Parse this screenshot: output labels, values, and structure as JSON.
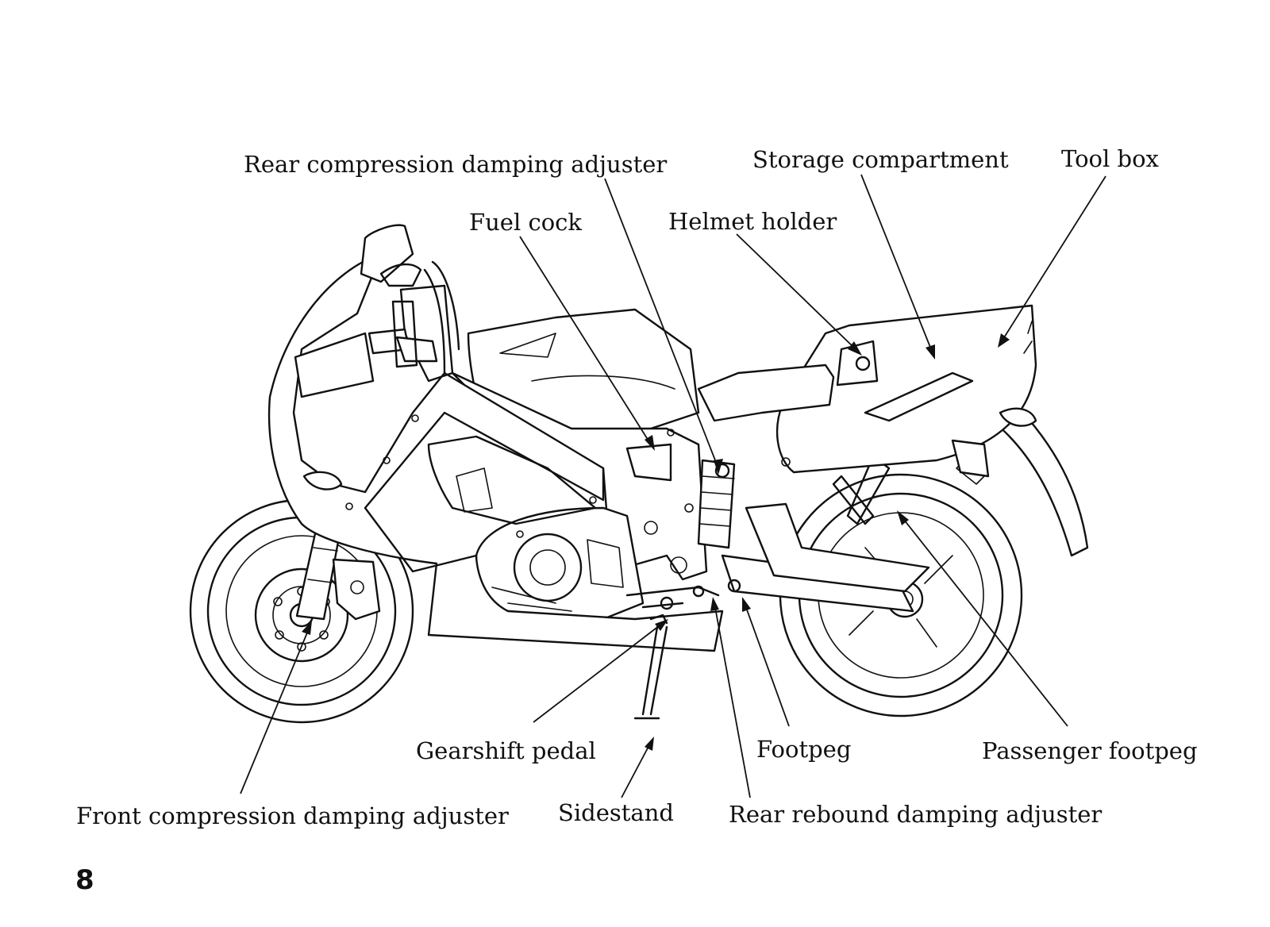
{
  "labels": {
    "rear_compression": "Rear compression damping adjuster",
    "storage": "Storage compartment",
    "toolbox": "Tool box",
    "fuel_cock": "Fuel cock",
    "helmet_holder": "Helmet holder",
    "gearshift": "Gearshift pedal",
    "footpeg": "Footpeg",
    "passenger_footpeg": "Passenger footpeg",
    "front_compression": "Front compression damping adjuster",
    "sidestand": "Sidestand",
    "rear_rebound": "Rear rebound damping adjuster"
  },
  "page_number": "8"
}
